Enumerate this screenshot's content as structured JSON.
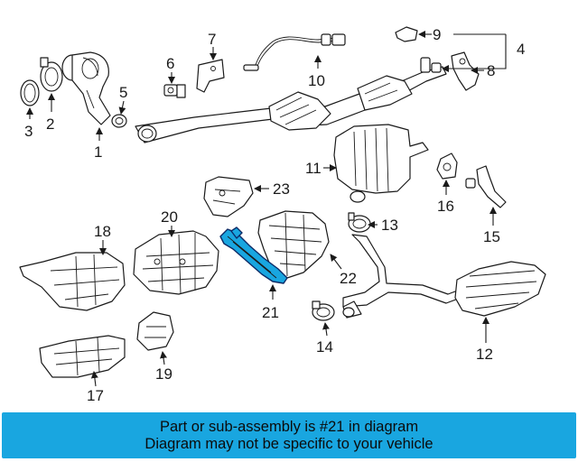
{
  "highlight_color": "#19a6e0",
  "banner_color": "#19a6e0",
  "callouts": {
    "c1": "1",
    "c2": "2",
    "c3": "3",
    "c4": "4",
    "c5": "5",
    "c6": "6",
    "c7": "7",
    "c8": "8",
    "c9": "9",
    "c10": "10",
    "c11": "11",
    "c12": "12",
    "c13": "13",
    "c14": "14",
    "c15": "15",
    "c16": "16",
    "c17": "17",
    "c18": "18",
    "c19": "19",
    "c20": "20",
    "c21": "21",
    "c22": "22",
    "c23": "23"
  },
  "banner": {
    "line1": "Part or sub-assembly is #21 in diagram",
    "line2": "Diagram may not be specific to your vehicle"
  }
}
